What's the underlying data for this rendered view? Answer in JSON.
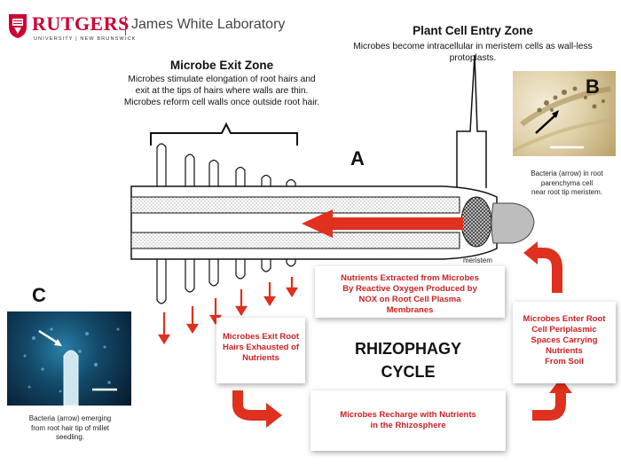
{
  "header": {
    "logo_word": "RUTGERS",
    "logo_sub": "UNIVERSITY | NEW BRUNSWICK",
    "lab_name": "James White Laboratory"
  },
  "exit_zone": {
    "title": "Microbe Exit Zone",
    "lines": [
      "Microbes stimulate elongation  of root hairs and",
      "exit at the tips of hairs where walls are thin.",
      "Microbes reform cell walls once outside root hair."
    ]
  },
  "entry_zone": {
    "title": "Plant Cell Entry Zone",
    "lines": [
      "Microbes become intracellular in meristem cells as wall-less",
      "protoplasts."
    ]
  },
  "panels": {
    "a_label": "A",
    "b_label": "B",
    "c_label": "C",
    "b_caption": [
      "Bacteria (arrow) in root",
      "parenchyma cell",
      "near root tip meristem."
    ],
    "c_caption": [
      "Bacteria (arrow) emerging",
      "from root hair tip of millet",
      "seedling."
    ]
  },
  "meristem_label": "meristem",
  "cycle": {
    "title_line1": "RHIZOPHAGY",
    "title_line2": "CYCLE",
    "box_nutrients_extracted": [
      "Nutrients Extracted from Microbes",
      "By Reactive Oxygen Produced by",
      "NOX on Root Cell Plasma",
      "Membranes"
    ],
    "box_enter_root": [
      "Microbes Enter Root",
      "Cell Periplasmic",
      "Spaces Carrying",
      "Nutrients",
      "From Soil"
    ],
    "box_exit_root": [
      "Microbes Exit Root",
      "Hairs Exhausted of",
      "Nutrients"
    ],
    "box_recharge": [
      "Microbes Recharge with Nutrients",
      "in the Rhizosphere"
    ]
  },
  "colors": {
    "brand_red": "#cc0033",
    "arrow_red": "#e0301e",
    "box_text_red": "#cc2222"
  }
}
